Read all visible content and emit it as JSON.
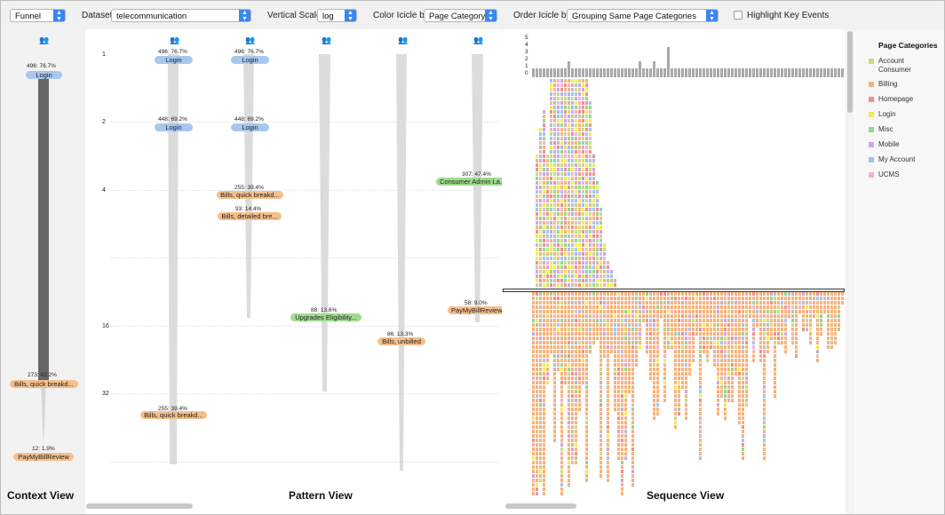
{
  "toolbar": {
    "funnel_select": "Funnel",
    "dataset_label": "Dataset",
    "dataset_value": "telecommunication",
    "vscale_label": "Vertical Scale",
    "vscale_value": "log",
    "color_label": "Color Icicle by",
    "color_value": "Page Category",
    "order_label": "Order Icicle by:",
    "order_value": "Grouping Same Page Categories",
    "highlight_label": "Highlight Key Events"
  },
  "context_view": {
    "title": "Context View",
    "nodes": [
      {
        "stat": "496: 76.7%",
        "label": "Login",
        "color": "blue"
      },
      {
        "stat": "273: 42.2%",
        "label": "Bills, quick breakd...",
        "color": "orange"
      },
      {
        "stat": "12: 1.9%",
        "label": "PayMyBillReview",
        "color": "orange"
      }
    ]
  },
  "pattern_view": {
    "title": "Pattern View",
    "axis_ticks": [
      "1",
      "2",
      "4",
      "16",
      "32"
    ],
    "nodes": [
      {
        "stat": "496: 76.7%",
        "label": "Login",
        "color": "blue"
      },
      {
        "stat": "448: 69.2%",
        "label": "Login",
        "color": "blue"
      },
      {
        "stat": "255: 39.4%",
        "label": "Bills, quick breakd...",
        "color": "orange"
      },
      {
        "stat": "496: 76.7%",
        "label": "Login",
        "color": "blue"
      },
      {
        "stat": "448: 69.2%",
        "label": "Login",
        "color": "blue"
      },
      {
        "stat": "255: 39.4%",
        "label": "Bills, quick breakd...",
        "color": "orange"
      },
      {
        "stat": "93: 14.4%",
        "label": "Bills, detailed bre...",
        "color": "orange"
      },
      {
        "stat": "88: 13.6%",
        "label": "Upgrades Eligibility...",
        "color": "green"
      },
      {
        "stat": "86: 13.3%",
        "label": "Bills, unbilled",
        "color": "orange"
      },
      {
        "stat": "307: 47.4%",
        "label": "Consumer Admin La...",
        "color": "green"
      },
      {
        "stat": "58: 9.0%",
        "label": "PayMyBillReview",
        "color": "orange"
      }
    ]
  },
  "sequence_view": {
    "title": "Sequence View",
    "histogram_ticks": [
      "5",
      "4",
      "3",
      "2",
      "1",
      "0"
    ]
  },
  "legend": {
    "title": "Page Categories",
    "items": [
      {
        "label": "Account Consumer",
        "color": "#c9dc7e"
      },
      {
        "label": "Billing",
        "color": "#f6b27c"
      },
      {
        "label": "Homepage",
        "color": "#ef8f8f"
      },
      {
        "label": "Login",
        "color": "#f2ec4c"
      },
      {
        "label": "Misc",
        "color": "#93d88a"
      },
      {
        "label": "Mobile",
        "color": "#c7a9e0"
      },
      {
        "label": "My Account",
        "color": "#a6c2ec"
      },
      {
        "label": "UCMS",
        "color": "#f1b3c8"
      }
    ]
  },
  "colors": {
    "blue": "#a8c7ef",
    "orange": "#f6c08c",
    "green": "#9fdc8e",
    "accent": "#3a86f0"
  }
}
